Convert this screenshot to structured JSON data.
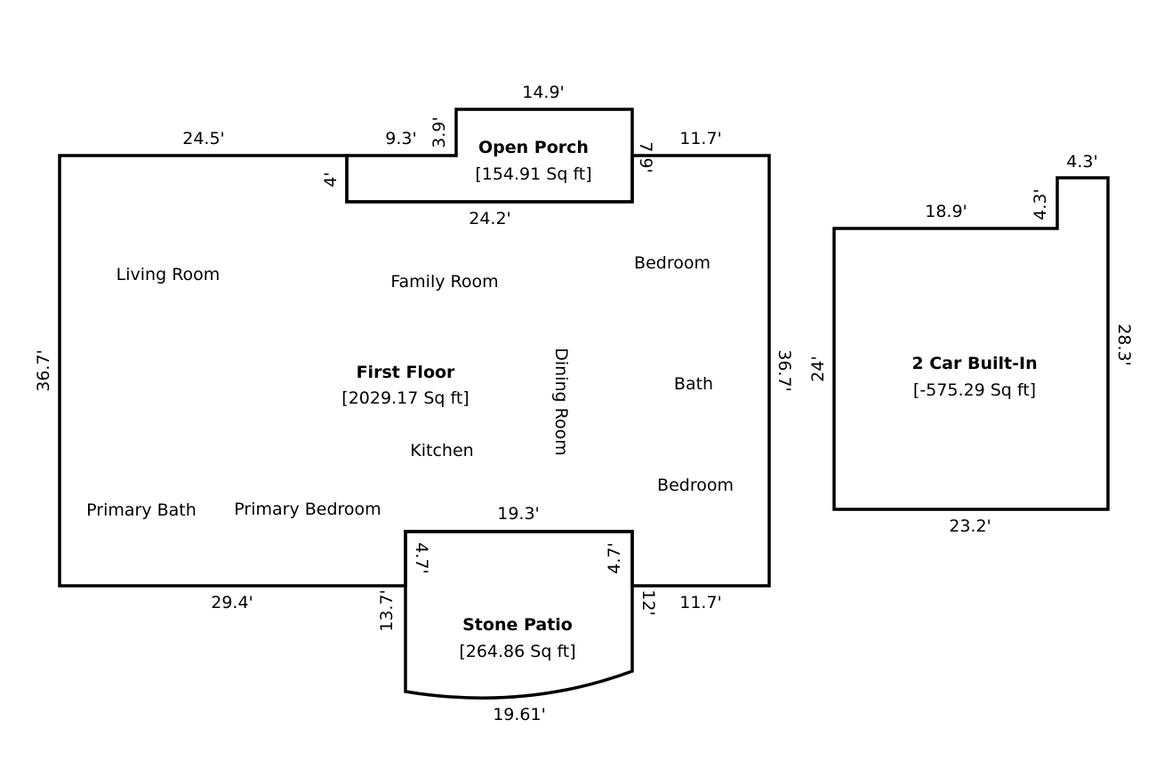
{
  "areas": {
    "first_floor": {
      "name": "First Floor",
      "size": "[2029.17 Sq ft]"
    },
    "open_porch": {
      "name": "Open Porch",
      "size": "[154.91 Sq ft]"
    },
    "stone_patio": {
      "name": "Stone Patio",
      "size": "[264.86 Sq ft]"
    },
    "garage": {
      "name": "2 Car Built-In",
      "size": "[-575.29 Sq ft]"
    }
  },
  "rooms": {
    "living_room": "Living Room",
    "family_room": "Family Room",
    "bedroom_top": "Bedroom",
    "dining_room": "Dining Room",
    "bath": "Bath",
    "kitchen": "Kitchen",
    "bedroom_bottom": "Bedroom",
    "primary_bath": "Primary Bath",
    "primary_bedroom": "Primary Bedroom"
  },
  "dimensions": {
    "main_top_left": "24.5'",
    "porch_left_top": "9.3'",
    "porch_step": "3.9'",
    "porch_top": "14.9'",
    "porch_right": "7.9'",
    "main_top_right": "11.7'",
    "porch_left": "4'",
    "porch_bottom": "24.2'",
    "main_left": "36.7'",
    "main_right": "36.7'",
    "patio_top": "19.3'",
    "patio_left_inner": "4.7'",
    "patio_right_inner": "4.7'",
    "main_bottom_left": "29.4'",
    "patio_left": "13.7'",
    "patio_right": "12'",
    "main_bottom_right": "11.7'",
    "patio_bottom": "19.61'",
    "garage_top": "18.9'",
    "garage_step": "4.3'",
    "garage_step_top": "4.3'",
    "garage_left": "24'",
    "garage_right": "28.3'",
    "garage_bottom": "23.2'"
  }
}
